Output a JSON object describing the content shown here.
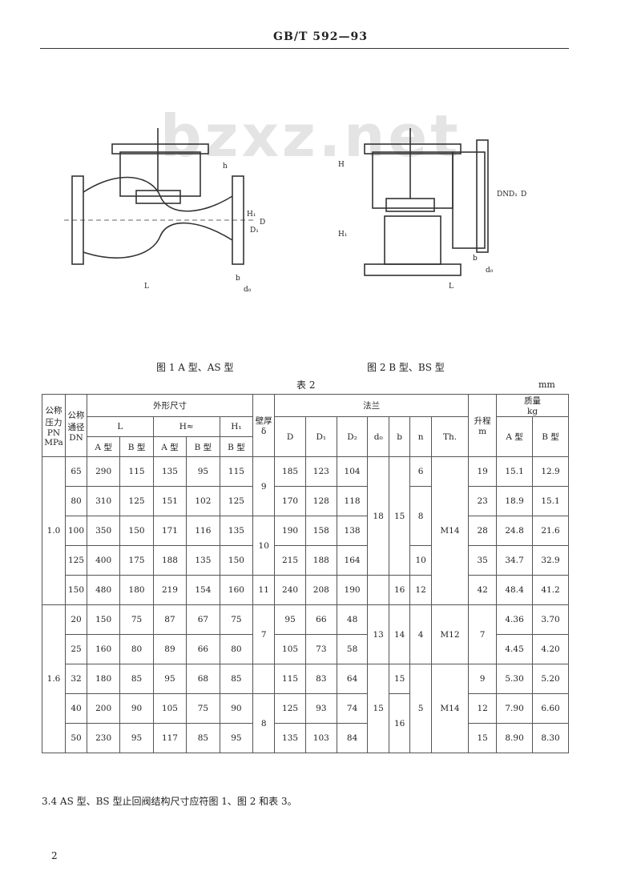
{
  "header": {
    "standard_code": "GB/T 592—93"
  },
  "watermark": "bzxz.net",
  "figures": {
    "fig1_caption": "图 1  A 型、AS 型",
    "fig2_caption": "图 2  B 型、BS 型",
    "fig1_labels": {
      "L": "L",
      "h": "h",
      "H1": "H₁",
      "D": "D",
      "D1": "D₁",
      "b": "b",
      "d0": "d₀"
    },
    "fig2_labels": {
      "H": "H",
      "H1": "H₁",
      "L": "L",
      "DN": "DN",
      "D1": "D₁",
      "D": "D",
      "b": "b",
      "d0": "d₀"
    }
  },
  "table": {
    "title": "表 2",
    "unit": "mm",
    "headers": {
      "pressure": "公称压力PN MPa",
      "dn": "公称通径DN",
      "outline": "外形尺寸",
      "L": "L",
      "H": "H≈",
      "H1": "H₁",
      "wall": "壁厚δ",
      "flange": "法兰",
      "D": "D",
      "D1": "D₁",
      "D2": "D₂",
      "d0": "d₀",
      "b": "b",
      "n": "n",
      "th": "Th.",
      "stroke": "升程 m",
      "mass": "质量",
      "mass_unit": "kg",
      "typeA": "A 型",
      "typeB": "B 型"
    },
    "groups": [
      {
        "pressure": "1.0",
        "wall": [
          "9",
          "10",
          "11"
        ],
        "d0": "18",
        "th": "M14"
      },
      {
        "pressure": "1.6",
        "wall": [
          "7",
          "8"
        ],
        "d0": [
          "13",
          "15"
        ],
        "th": [
          "M12",
          "M14"
        ]
      }
    ],
    "rows": [
      {
        "dn": "65",
        "LA": "290",
        "LB": "115",
        "HA": "135",
        "HB": "95",
        "H1B": "115",
        "D": "185",
        "D1": "123",
        "D2": "104",
        "b": "15",
        "n": "6",
        "m": "19",
        "massA": "15.1",
        "massB": "12.9"
      },
      {
        "dn": "80",
        "LA": "310",
        "LB": "125",
        "HA": "151",
        "HB": "102",
        "H1B": "125",
        "D": "170",
        "D1": "128",
        "D2": "118",
        "b": "",
        "n": "8",
        "m": "23",
        "massA": "18.9",
        "massB": "15.1"
      },
      {
        "dn": "100",
        "LA": "350",
        "LB": "150",
        "HA": "171",
        "HB": "116",
        "H1B": "135",
        "D": "190",
        "D1": "158",
        "D2": "138",
        "b": "",
        "n": "",
        "m": "28",
        "massA": "24.8",
        "massB": "21.6"
      },
      {
        "dn": "125",
        "LA": "400",
        "LB": "175",
        "HA": "188",
        "HB": "135",
        "H1B": "150",
        "D": "215",
        "D1": "188",
        "D2": "164",
        "b": "",
        "n": "10",
        "m": "35",
        "massA": "34.7",
        "massB": "32.9"
      },
      {
        "dn": "150",
        "LA": "480",
        "LB": "180",
        "HA": "219",
        "HB": "154",
        "H1B": "160",
        "D": "240",
        "D1": "208",
        "D2": "190",
        "b": "16",
        "n": "12",
        "m": "42",
        "massA": "48.4",
        "massB": "41.2"
      },
      {
        "dn": "20",
        "LA": "150",
        "LB": "75",
        "HA": "87",
        "HB": "67",
        "H1B": "75",
        "D": "95",
        "D1": "66",
        "D2": "48",
        "b": "14",
        "n": "4",
        "m": "7",
        "massA": "4.36",
        "massB": "3.70"
      },
      {
        "dn": "25",
        "LA": "160",
        "LB": "80",
        "HA": "89",
        "HB": "66",
        "H1B": "80",
        "D": "105",
        "D1": "73",
        "D2": "58",
        "b": "",
        "n": "",
        "m": "",
        "massA": "4.45",
        "massB": "4.20"
      },
      {
        "dn": "32",
        "LA": "180",
        "LB": "85",
        "HA": "95",
        "HB": "68",
        "H1B": "85",
        "D": "115",
        "D1": "83",
        "D2": "64",
        "b": "15",
        "n": "5",
        "m": "9",
        "massA": "5.30",
        "massB": "5.20"
      },
      {
        "dn": "40",
        "LA": "200",
        "LB": "90",
        "HA": "105",
        "HB": "75",
        "H1B": "90",
        "D": "125",
        "D1": "93",
        "D2": "74",
        "b": "16",
        "n": "",
        "m": "12",
        "massA": "7.90",
        "massB": "6.60"
      },
      {
        "dn": "50",
        "LA": "230",
        "LB": "95",
        "HA": "117",
        "HB": "85",
        "H1B": "95",
        "D": "135",
        "D1": "103",
        "D2": "84",
        "b": "",
        "n": "",
        "m": "15",
        "massA": "8.90",
        "massB": "8.30"
      }
    ]
  },
  "note": "3.4  AS 型、BS 型止回阀结构尺寸应符图 1、图 2 和表 3。",
  "page_number": "2"
}
